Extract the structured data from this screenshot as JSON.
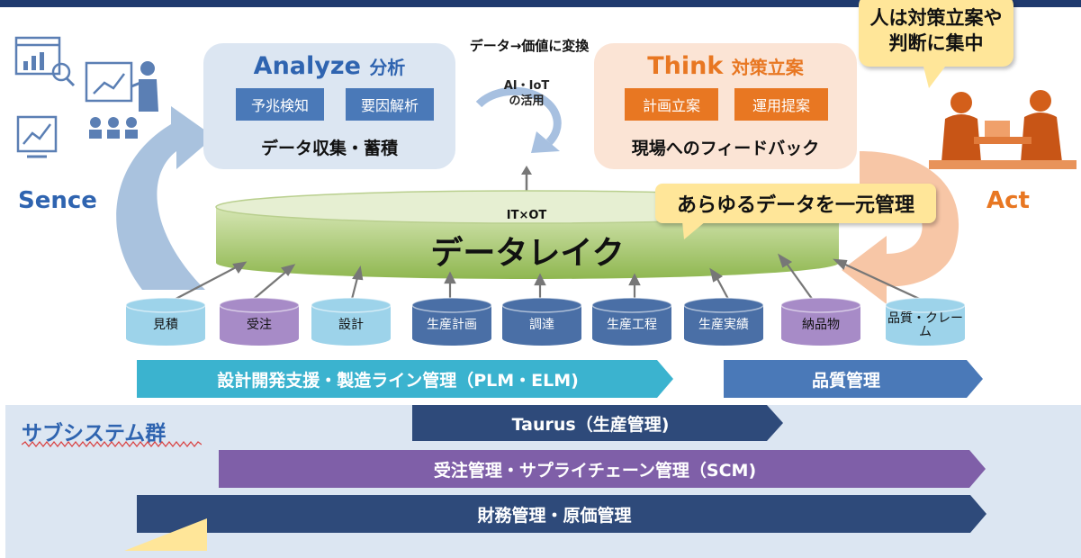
{
  "top_right_callout": {
    "line1": "人は対策立案や",
    "line2": "判断に集中"
  },
  "analyze": {
    "title_en": "Analyze",
    "title_ja": "分析",
    "tags": [
      "予兆検知",
      "要因解析"
    ],
    "subtitle": "データ収集・蓄積"
  },
  "cycle": {
    "heading": "データ→価値に変換",
    "line1": "AI・IoT",
    "line2": "の活用"
  },
  "think": {
    "title_en": "Think",
    "title_ja": "対策立案",
    "tags": [
      "計画立案",
      "運用提案"
    ],
    "subtitle": "現場へのフィードバック"
  },
  "sides": {
    "sense": "Sence",
    "act": "Act"
  },
  "center_callout": "あらゆるデータを一元管理",
  "lake": {
    "top_label": "IT×OT",
    "name": "データレイク"
  },
  "databases": [
    {
      "name": "見積",
      "color": "#9dd3ea"
    },
    {
      "name": "受注",
      "color": "#a78bc7"
    },
    {
      "name": "設計",
      "color": "#9dd3ea"
    },
    {
      "name": "生産計画",
      "color": "#4a6fa6"
    },
    {
      "name": "調達",
      "color": "#4a6fa6"
    },
    {
      "name": "生産工程",
      "color": "#4a6fa6"
    },
    {
      "name": "生産実績",
      "color": "#4a6fa6"
    },
    {
      "name": "納品物",
      "color": "#a78bc7"
    },
    {
      "name": "品質・クレーム",
      "color": "#9dd3ea"
    }
  ],
  "banners": {
    "plm": "設計開発支援・製造ライン管理（PLM・ELM)",
    "quality": "品質管理",
    "taurus": "Taurus（生産管理)",
    "scm": "受注管理・サプライチェーン管理（SCM)",
    "finance": "財務管理・原価管理"
  },
  "subsystem_label": "サブシステム群",
  "colors": {
    "dark_blue": "#2e4a7a",
    "cyan": "#3bb3cf",
    "steel": "#4a79b8",
    "purple": "#7f5fa8",
    "orange": "#e87722",
    "accent_blue": "#2f64b0",
    "callout": "#ffe699",
    "green": "#a8c96b"
  }
}
